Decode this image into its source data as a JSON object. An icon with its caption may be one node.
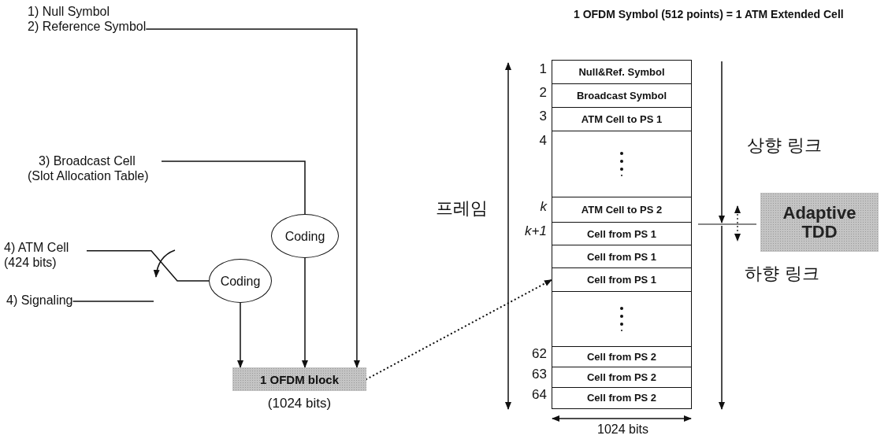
{
  "diagram": {
    "title": "1 OFDM Symbol (512 points) = 1 ATM Extended Cell",
    "nodes": [
      {
        "text": [
          "1) Null Symbol",
          "2) Reference Symbol"
        ]
      },
      {
        "text": [
          "3) Broadcast Cell (Slot Allocation Table)"
        ]
      },
      {
        "text": [
          "Coding"
        ]
      },
      {
        "text": [
          "4) ATM Cell (424 bits)"
        ]
      },
      {
        "text": [
          "4) Signaling"
        ]
      },
      {
        "text": [
          "Coding"
        ]
      },
      {
        "text": [
          "1 OFDM block"
        ],
        "beside": [
          "(1024 bits)"
        ]
      },
      {
        "text": [
          "Null&Ref. Symbol"
        ],
        "beside": [
          "1"
        ]
      },
      {
        "text": [
          "Broadcast Symbol"
        ],
        "beside": [
          "2"
        ]
      },
      {
        "text": [
          "ATM Cell to PS 1"
        ],
        "beside": [
          "3"
        ]
      },
      {
        "text": [],
        "shape": "box",
        "beside": [
          "4"
        ]
      },
      {
        "text": [
          "ATM Cell to PS 2"
        ],
        "beside": [
          "k"
        ]
      },
      {
        "text": [
          "Cell from PS 1"
        ],
        "beside": [
          "k+1"
        ]
      },
      {
        "text": [
          "Cell from PS 1"
        ]
      },
      {
        "text": [
          "Cell from PS 1"
        ]
      },
      {
        "text": [],
        "shape": "box"
      },
      {
        "text": [
          "Cell from PS 2"
        ],
        "beside": [
          "62"
        ]
      },
      {
        "text": [
          "Cell from PS 2"
        ],
        "beside": [
          "63"
        ]
      },
      {
        "text": [
          "Cell from PS 2"
        ],
        "beside": [
          "64"
        ]
      },
      {
        "text": [
          "Adaptive TDD"
        ]
      }
    ],
    "edges": [
      {
        "from": 0,
        "to": 6,
        "arrow": "to"
      },
      {
        "from": 1,
        "to": 2,
        "arrow": "none"
      },
      {
        "from": 2,
        "to": 6,
        "arrow": "to"
      },
      {
        "from": 3,
        "to": 5,
        "arrow": "none"
      },
      {
        "from": 4,
        "to": null,
        "arrow": "none"
      },
      {
        "from": 5,
        "to": 6,
        "arrow": "to"
      },
      {
        "from": 6,
        "to": 14,
        "arrow": "to",
        "style": "dashed"
      }
    ],
    "labels": [
      "프레임",
      "상향 링크",
      "하향 링크",
      "1024 bits"
    ]
  }
}
